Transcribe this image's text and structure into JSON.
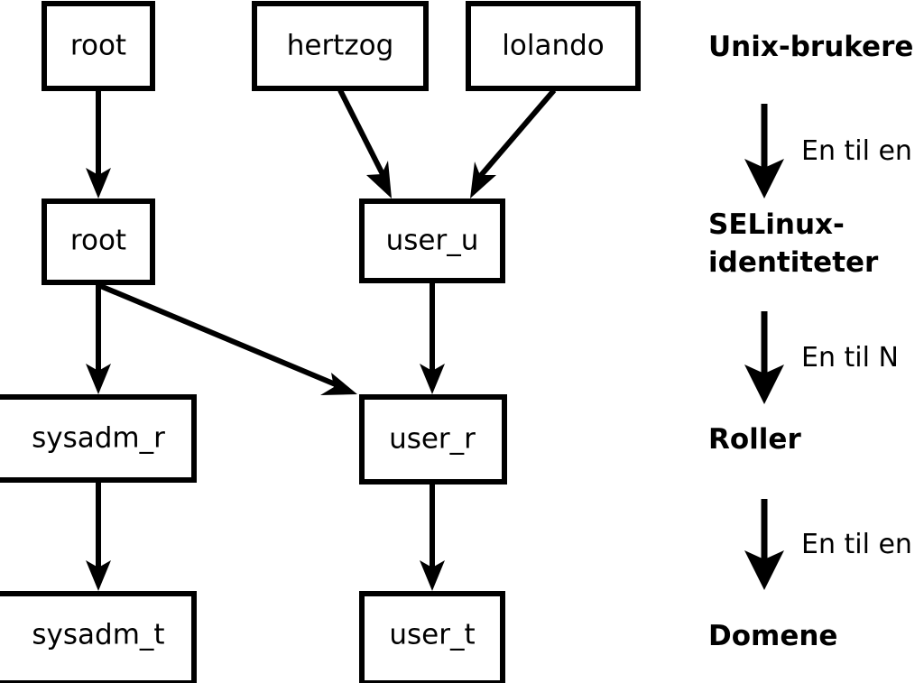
{
  "diagram": {
    "title_semantic": "SELinux user-to-domain mapping",
    "colors": {
      "background": "#ffffff",
      "stroke": "#000000",
      "box_fill": "#ffffff"
    },
    "nodes": [
      {
        "id": "unix-root",
        "label": "root",
        "layer": "unix-users"
      },
      {
        "id": "unix-hertzog",
        "label": "hertzog",
        "layer": "unix-users"
      },
      {
        "id": "unix-lolando",
        "label": "lolando",
        "layer": "unix-users"
      },
      {
        "id": "ident-root",
        "label": "root",
        "layer": "selinux-identities"
      },
      {
        "id": "ident-user-u",
        "label": "user_u",
        "layer": "selinux-identities"
      },
      {
        "id": "role-sysadm",
        "label": "sysadm_r",
        "layer": "roles"
      },
      {
        "id": "role-user",
        "label": "user_r",
        "layer": "roles"
      },
      {
        "id": "dom-sysadm",
        "label": "sysadm_t",
        "layer": "domains"
      },
      {
        "id": "dom-user",
        "label": "user_t",
        "layer": "domains"
      }
    ],
    "edges": [
      {
        "from": "unix-root",
        "to": "ident-root"
      },
      {
        "from": "unix-hertzog",
        "to": "ident-user-u"
      },
      {
        "from": "unix-lolando",
        "to": "ident-user-u"
      },
      {
        "from": "ident-root",
        "to": "role-sysadm"
      },
      {
        "from": "ident-root",
        "to": "role-user"
      },
      {
        "from": "ident-user-u",
        "to": "role-user"
      },
      {
        "from": "role-sysadm",
        "to": "dom-sysadm"
      },
      {
        "from": "role-user",
        "to": "dom-user"
      }
    ]
  },
  "legend": {
    "levels": [
      {
        "id": "level-unix-users",
        "label": "Unix-brukere"
      },
      {
        "id": "level-selinux-identities",
        "label_line1": "SELinux-",
        "label_line2": "identiteter"
      },
      {
        "id": "level-roller",
        "label": "Roller"
      },
      {
        "id": "level-domene",
        "label": "Domene"
      }
    ],
    "relations": [
      {
        "id": "relation-1",
        "label": "En til en"
      },
      {
        "id": "relation-2",
        "label": "En til N"
      },
      {
        "id": "relation-3",
        "label": "En til en"
      }
    ]
  }
}
